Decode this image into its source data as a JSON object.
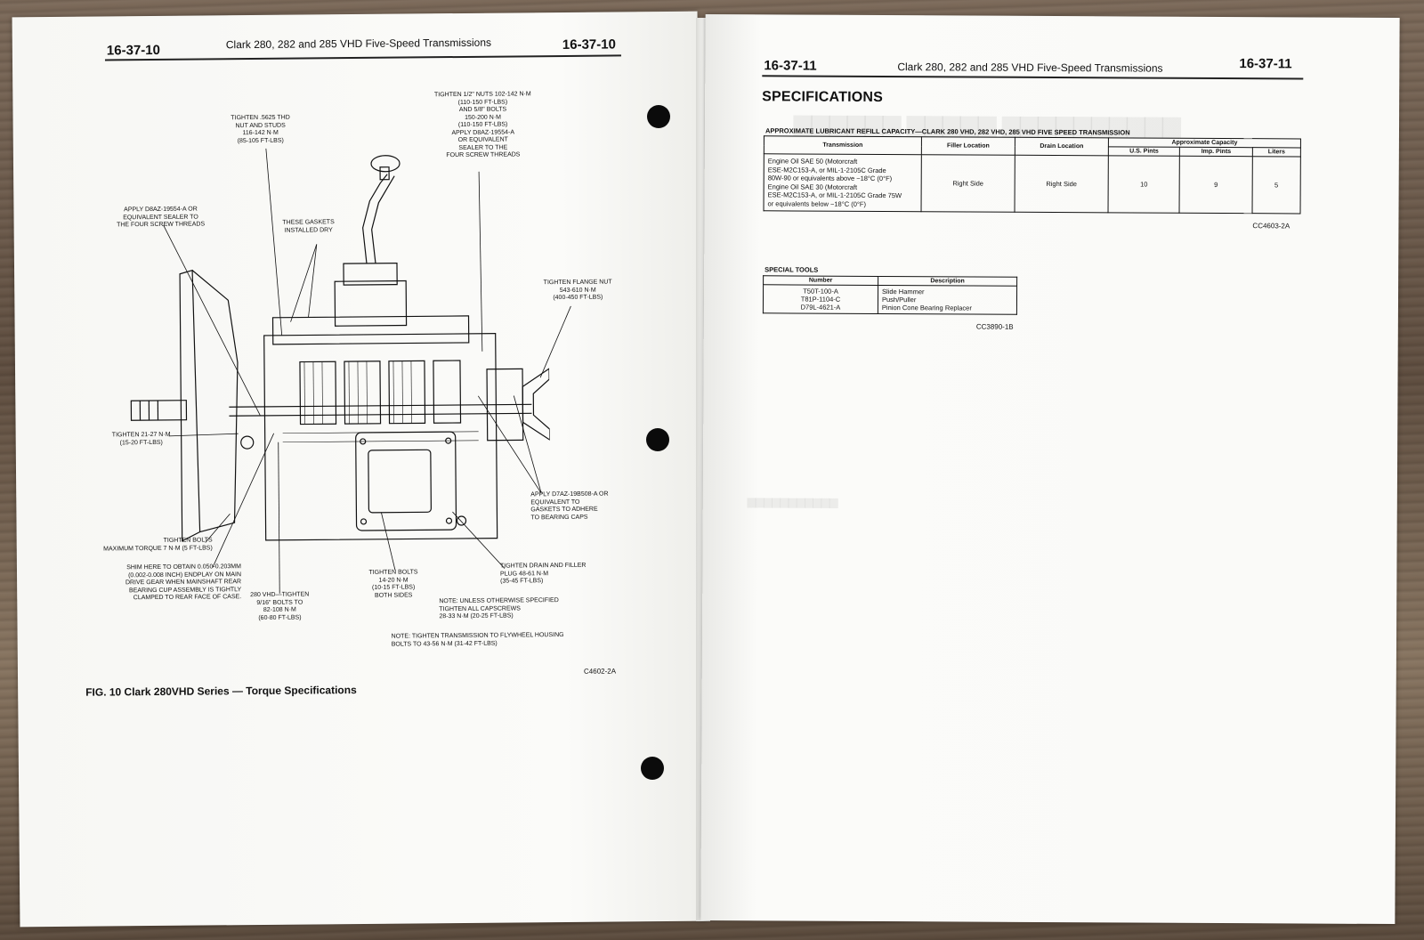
{
  "left_page": {
    "page_number": "16-37-10",
    "running_title": "Clark 280, 282 and 285 VHD Five-Speed Transmissions",
    "figure_caption": "FIG. 10 Clark 280VHD Series — Torque Specifications",
    "figure_code": "C4602-2A",
    "callouts": {
      "top_nuts": "TIGHTEN 1/2\" NUTS 102-142 N·m\n(110-150 FT-LBS)\nAND 5/8\" BOLTS\n150-200 N·m\n(110-150 FT-LBS)\nAPPLY D8AZ-19554-A\nOR EQUIVALENT\nSEALER TO THE\nFOUR SCREW THREADS",
      "thd_nut": "TIGHTEN .5625 THD\nNUT AND STUDS\n116-142 N·m\n(85-105 FT-LBS)",
      "sealer_left": "APPLY D8AZ-19554-A OR\nEQUIVALENT SEALER TO\nTHE FOUR SCREW THREADS",
      "gaskets": "THESE GASKETS\nINSTALLED DRY",
      "flange_nut": "TIGHTEN FLANGE NUT\n543-610 N·m\n(400-450 FT-LBS)",
      "bolts_21_27": "TIGHTEN 21-27 N·m\n(15-20 FT-LBS)",
      "d7az_sealer": "APPLY D7AZ-19B508-A OR\nEQUIVALENT TO\nGASKETS TO ADHERE\nTO BEARING CAPS",
      "max_torque": "TIGHTEN BOLTS\nMAXIMUM TORQUE 7 N·m (5 FT-LBS)",
      "shim": "SHIM HERE TO OBTAIN 0.050-0.203mm\n(0.002-0.008 INCH) ENDPLAY ON MAIN\nDRIVE GEAR WHEN MAINSHAFT REAR\nBEARING CUP ASSEMBLY IS TIGHTLY\nCLAMPED TO REAR FACE OF CASE.",
      "vhd_280": "280 VHD—TIGHTEN\n9/16\" BOLTS TO\n82-108 N·m\n(60-80 FT-LBS)",
      "bolts_14_20": "TIGHTEN BOLTS\n14-20 N·m\n(10-15 FT-LBS)\nBOTH SIDES",
      "drain_plug": "TIGHTEN DRAIN AND FILLER\nPLUG 48-61 N·m\n(35-45 FT-LBS)",
      "note_capscrews": "NOTE: UNLESS OTHERWISE SPECIFIED\nTIGHTEN ALL CAPSCREWS\n28-33 N·m (20-25 FT-LBS)",
      "note_flywheel": "NOTE: TIGHTEN TRANSMISSION TO FLYWHEEL HOUSING\nBOLTS TO 43-56 N·m (31-42 FT-LBS)"
    }
  },
  "right_page": {
    "page_number": "16-37-11",
    "running_title": "Clark 280, 282 and 285 VHD Five-Speed Transmissions",
    "section_title": "SPECIFICATIONS",
    "lubricant_table": {
      "caption": "APPROXIMATE LUBRICANT REFILL CAPACITY—CLARK 280 VHD, 282 VHD, 285 VHD FIVE SPEED TRANSMISSION",
      "headers": {
        "transmission": "Transmission",
        "filler": "Filler Location",
        "drain": "Drain Location",
        "capacity": "Approximate Capacity",
        "us_pints": "U.S. Pints",
        "imp_pints": "Imp. Pints",
        "liters": "Liters"
      },
      "row": {
        "transmission_line1": "Engine Oil SAE 50 (Motorcraft",
        "transmission_line2": "ESE-M2C153-A, or MIL-1-2105C Grade",
        "transmission_line3": "80W-90 or equivalents above  −18°C (0°F)",
        "transmission_line4": "Engine Oil SAE 30 (Motorcraft",
        "transmission_line5": "ESE-M2C153-A, or MIL-1-2105C Grade 75W",
        "transmission_line6": "or equivalents below  −18°C (0°F)",
        "filler": "Right Side",
        "drain": "Right Side",
        "us_pints": "10",
        "imp_pints": "9",
        "liters": "5"
      },
      "code": "CC4603-2A"
    },
    "special_tools": {
      "caption": "SPECIAL TOOLS",
      "headers": {
        "number": "Number",
        "description": "Description"
      },
      "rows": [
        {
          "number": "T50T-100-A",
          "description": "Slide Hammer"
        },
        {
          "number": "T81P-1104-C",
          "description": "Push/Puller"
        },
        {
          "number": "D79L-4621-A",
          "description": "Pinion Cone Bearing Replacer"
        }
      ],
      "code": "CC3890-1B"
    }
  }
}
